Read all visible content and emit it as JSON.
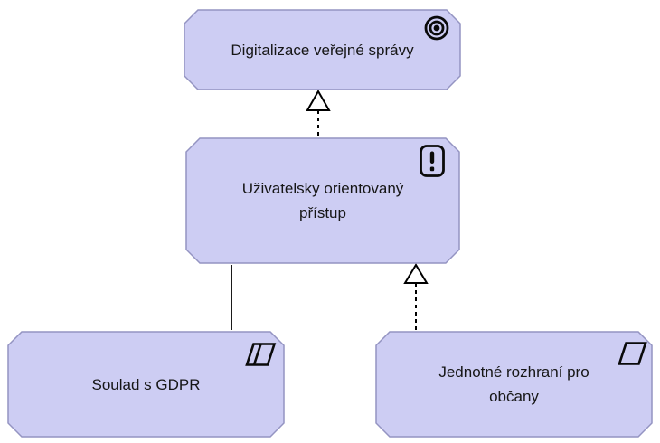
{
  "diagram": {
    "kind": "archimate-motivation-diagram",
    "colors": {
      "background": "#ffffff",
      "node_fill": "#cdcdf3",
      "node_border": "#9494c2",
      "connector": "#000000",
      "icon_color": "#0a0a0a",
      "text": "#161616"
    }
  },
  "nodes": [
    {
      "id": "goal-digitalizace",
      "element_type": "Goal",
      "label": "Digitalizace veřejné správy",
      "icon": "goal-target-icon"
    },
    {
      "id": "principle-uzivatelsky-pristup",
      "element_type": "Principle",
      "label": "Uživatelsky orientovaný\npřístup",
      "icon": "principle-exclamation-icon"
    },
    {
      "id": "constraint-soulad-gdpr",
      "element_type": "Constraint",
      "label": "Soulad s GDPR",
      "icon": "constraint-parallelogram-icon"
    },
    {
      "id": "requirement-jednotne-rozhrani",
      "element_type": "Requirement",
      "label": "Jednotné rozhraní pro\nobčany",
      "icon": "requirement-parallelogram-icon"
    }
  ],
  "relationships": [
    {
      "from": "principle-uzivatelsky-pristup",
      "to": "goal-digitalizace",
      "type": "realization",
      "style": "dashed-line-hollow-triangle"
    },
    {
      "from": "constraint-soulad-gdpr",
      "to": "principle-uzivatelsky-pristup",
      "type": "association",
      "style": "solid-line"
    },
    {
      "from": "requirement-jednotne-rozhrani",
      "to": "principle-uzivatelsky-pristup",
      "type": "realization",
      "style": "dashed-line-hollow-triangle"
    }
  ]
}
